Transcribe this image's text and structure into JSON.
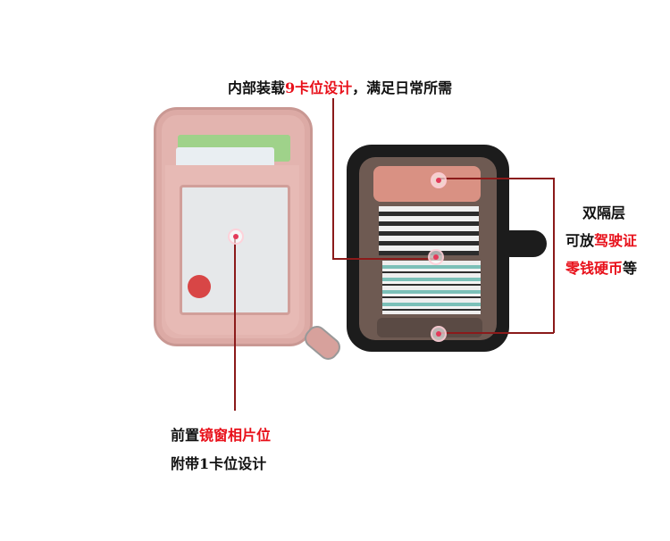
{
  "top_label": {
    "part1": "内部装载",
    "part2": "9卡位设计",
    "part3": "，满足日常所需"
  },
  "right_label": {
    "line1": "双隔层",
    "line2a": "可放",
    "line2b": "驾驶证",
    "line3a": "零钱硬币",
    "line3b": "等"
  },
  "left_label": {
    "line1a": "前置",
    "line1b": "镜窗相片位",
    "line2": "附带1卡位设计"
  },
  "colors": {
    "accent": "#e8101a",
    "line": "#8b1a1a",
    "pink_wallet": "#e2b2ad",
    "black_wallet": "#1c1c1c"
  }
}
